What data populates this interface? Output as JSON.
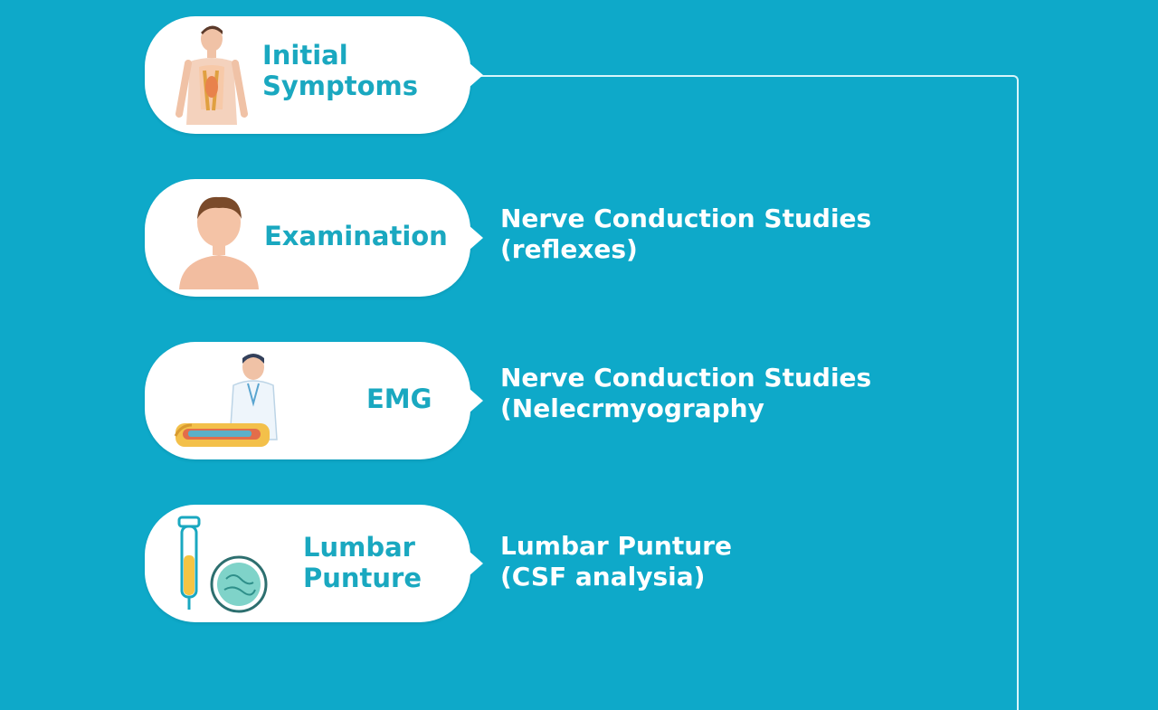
{
  "steps": [
    {
      "label": "Initial\nSymptoms",
      "icon": "body-anatomy-icon"
    },
    {
      "label": "Examination",
      "icon": "patient-icon",
      "description": "Nerve Conduction Studies\n(reflexes)"
    },
    {
      "label": "EMG",
      "icon": "doctor-with-limb-icon",
      "description": "Nerve Conduction Studies\n(Nelecrmyography"
    },
    {
      "label": "Lumbar\nPunture",
      "icon": "test-tube-and-cell-icon",
      "description": "Lumbar Punture\n(CSF analysia)"
    }
  ],
  "colors": {
    "background": "#0ea9c9",
    "bubble": "#ffffff",
    "label_text": "#1aa8c0",
    "description_text": "#ffffff",
    "connector": "#d8f5fb"
  }
}
